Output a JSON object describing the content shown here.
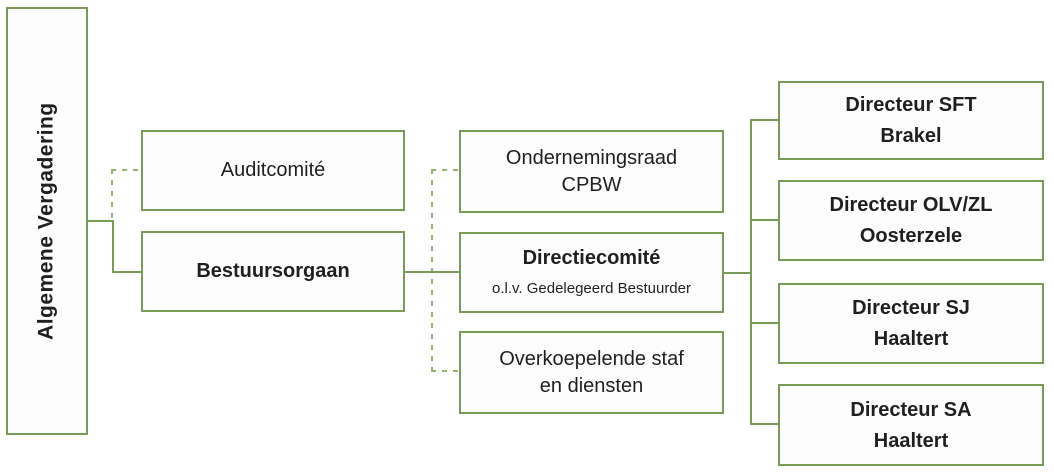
{
  "diagram": {
    "type": "org-chart",
    "colors": {
      "line_solid": "#7a9a58",
      "line_dashed": "#93b371",
      "text": "#1f1f1f",
      "box_fill": "#fdfdfd"
    },
    "nodes": {
      "algemene_vergadering": {
        "label": "Algemene Vergadering"
      },
      "auditcomite": {
        "label": "Auditcomité"
      },
      "bestuursorgaan": {
        "label": "Bestuursorgaan"
      },
      "ondernemingsraad": {
        "line1": "Ondernemingsraad",
        "line2": "CPBW"
      },
      "directiecomite": {
        "label": "Directiecomité",
        "subtitle": "o.l.v. Gedelegeerd Bestuurder"
      },
      "overkoepelende_staf": {
        "line1": "Overkoepelende staf",
        "line2": "en diensten"
      },
      "directeur_sft": {
        "line1": "Directeur SFT",
        "line2": "Brakel"
      },
      "directeur_olv_zl": {
        "line1": "Directeur OLV/ZL",
        "line2": "Oosterzele"
      },
      "directeur_sj": {
        "line1": "Directeur SJ",
        "line2": "Haaltert"
      },
      "directeur_sa": {
        "line1": "Directeur SA",
        "line2": "Haaltert"
      }
    },
    "edges": [
      {
        "from": "algemene_vergadering",
        "to": "auditcomite",
        "style": "dashed"
      },
      {
        "from": "algemene_vergadering",
        "to": "bestuursorgaan",
        "style": "solid"
      },
      {
        "from": "bestuursorgaan",
        "to": "ondernemingsraad",
        "style": "dashed"
      },
      {
        "from": "bestuursorgaan",
        "to": "directiecomite",
        "style": "solid"
      },
      {
        "from": "bestuursorgaan",
        "to": "overkoepelende_staf",
        "style": "dashed"
      },
      {
        "from": "directiecomite",
        "to": "directeur_sft",
        "style": "solid"
      },
      {
        "from": "directiecomite",
        "to": "directeur_olv_zl",
        "style": "solid"
      },
      {
        "from": "directiecomite",
        "to": "directeur_sj",
        "style": "solid"
      },
      {
        "from": "directiecomite",
        "to": "directeur_sa",
        "style": "solid"
      }
    ]
  }
}
